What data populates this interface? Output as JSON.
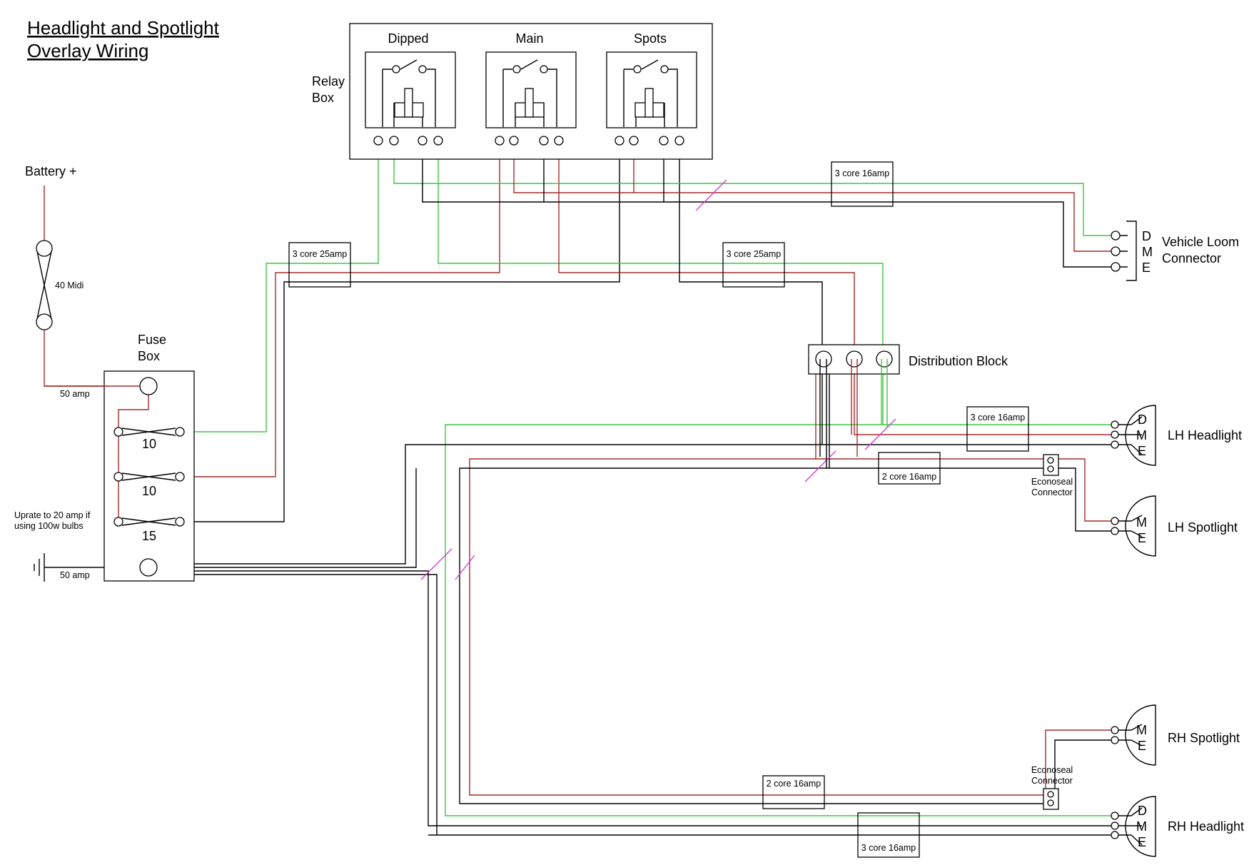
{
  "title": {
    "line1": "Headlight and Spotlight",
    "line2": "Overlay Wiring"
  },
  "relay_box": {
    "label1": "Relay",
    "label2": "Box",
    "relays": [
      "Dipped",
      "Main",
      "Spots"
    ]
  },
  "battery": {
    "label": "Battery +",
    "fuse": "40 Midi"
  },
  "fuse_box": {
    "label1": "Fuse",
    "label2": "Box",
    "supply_label": "50 amp",
    "fuses": [
      "10",
      "10",
      "15"
    ],
    "note1": "Uprate to 20 amp if",
    "note2": "using 100w bulbs",
    "earth_label": "50 amp"
  },
  "cables": {
    "c25_left": "3 core 25amp",
    "c25_right": "3 core 25amp",
    "c16_loom": "3 core 16amp",
    "c16_lh_head": "3 core 16amp",
    "c2_lh_spot": "2 core 16amp",
    "c2_rh_spot": "2 core 16amp",
    "c16_rh_head": "3 core 16amp"
  },
  "distribution_block": "Distribution Block",
  "connectors": {
    "vehicle_loom": {
      "label1": "Vehicle Loom",
      "label2": "Connector",
      "pins": [
        "D",
        "M",
        "E"
      ]
    },
    "lh_headlight": {
      "label": "LH Headlight",
      "pins": [
        "D",
        "M",
        "E"
      ]
    },
    "lh_spotlight": {
      "label": "LH Spotlight",
      "pins": [
        "M",
        "E"
      ]
    },
    "rh_spotlight": {
      "label": "RH Spotlight",
      "pins": [
        "M",
        "E"
      ]
    },
    "rh_headlight": {
      "label": "RH Headlight",
      "pins": [
        "D",
        "M",
        "E"
      ]
    }
  },
  "econoseal_top": {
    "line1": "Econoseal",
    "line2": "Connector"
  },
  "econoseal_bottom": {
    "line1": "Econoseal",
    "line2": "Connector"
  },
  "colors": {
    "green": "#3ec63e",
    "red": "#a52a2a",
    "black": "#000000",
    "cut_mark": "#d040d0"
  }
}
